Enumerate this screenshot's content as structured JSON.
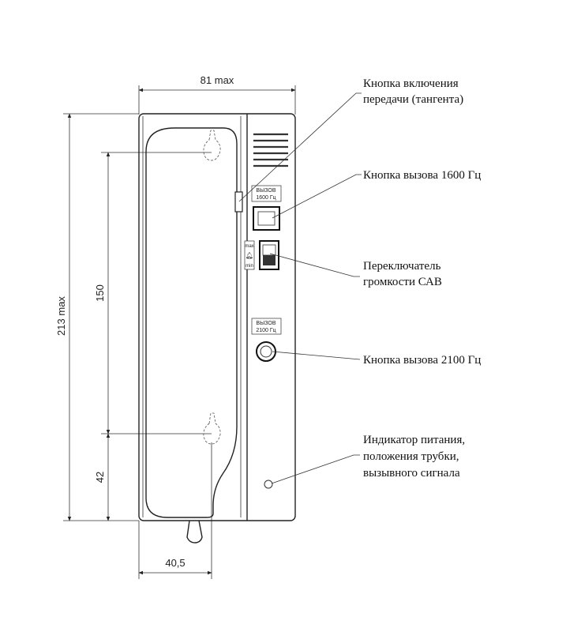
{
  "dimensions": {
    "width_top": "81 max",
    "height_total": "213 max",
    "hole_spacing": "150",
    "hole_bottom": "42",
    "width_bottom": "40,5"
  },
  "panel": {
    "call_1600_line1": "ВЫЗОВ",
    "call_1600_line2": "1600 Гц",
    "volume_max": "max",
    "volume_min": "min",
    "call_2100_line1": "ВЫЗОВ",
    "call_2100_line2": "2100 Гц"
  },
  "callouts": {
    "ptt_line1": "Кнопка включения",
    "ptt_line2": "передачи (тангента)",
    "call_1600": "Кнопка вызова 1600 Гц",
    "volume_line1": "Переключатель",
    "volume_line2": "громкости САВ",
    "call_2100": "Кнопка вызова 2100 Гц",
    "indicator_line1": "Индикатор питания,",
    "indicator_line2": "положения трубки,",
    "indicator_line3": "вызывного сигнала"
  }
}
